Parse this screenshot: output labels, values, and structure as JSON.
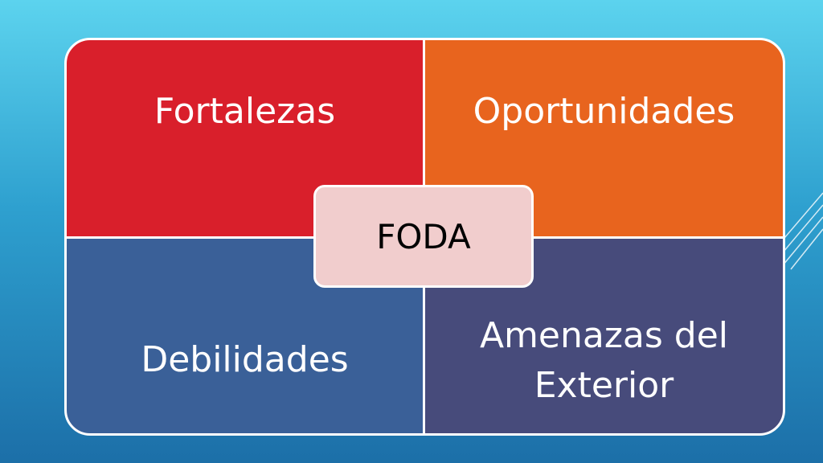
{
  "diagram": {
    "center": {
      "label": "FODA",
      "color": "#f1cdcd"
    },
    "quadrants": [
      {
        "id": "fortalezas",
        "label": "Fortalezas",
        "color": "#d91f2b"
      },
      {
        "id": "oportunidades",
        "label": "Oportunidades",
        "color": "#e8641e"
      },
      {
        "id": "debilidades",
        "label": "Debilidades",
        "color": "#3a6098"
      },
      {
        "id": "amenazas",
        "label": "Amenazas del Exterior",
        "color": "#474b7b"
      }
    ]
  },
  "theme": {
    "background_top": "#5cd3ee",
    "background_bottom": "#1c6fa8",
    "border": "#ffffff"
  }
}
